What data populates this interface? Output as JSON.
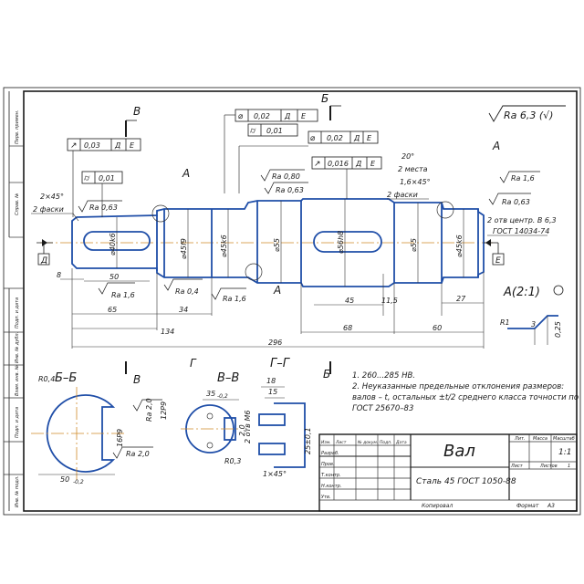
{
  "roughness_general": "Ra 6,3 (√)",
  "section_labels": {
    "b_top": "Б",
    "b_bottom": "Б",
    "v_top": "В",
    "v_bottom": "В",
    "a_left": "А",
    "a_right": "А",
    "a_bottom": "А",
    "g": "Г"
  },
  "tolerances": {
    "t1": {
      "sym": "↗",
      "val": "0,03",
      "base1": "Д",
      "base2": "Е"
    },
    "t2": {
      "sym": "⌭",
      "val": "0,01"
    },
    "t3": {
      "sym": "⌀",
      "val": "0,02",
      "base1": "Д",
      "base2": "Е"
    },
    "t4": {
      "sym": "⌭",
      "val": "0,01"
    },
    "t5": {
      "sym": "⌀",
      "val": "0,02",
      "base1": "Д",
      "base2": "Е"
    },
    "t6": {
      "sym": "↗",
      "val": "0,016",
      "base1": "Д",
      "base2": "Е"
    }
  },
  "roughness": {
    "r1": "Ra 0,63",
    "r2": "Ra 0,80",
    "r3": "Ra 0,63",
    "r4": "Ra 1,6",
    "r5": "Ra 0,63",
    "r6": "Ra 1,6",
    "r7": "Ra 0,4",
    "r8": "Ra 1,6",
    "r9": "Ra 2,0",
    "r10": "Ra 2,0"
  },
  "chamfers": {
    "left": "2×45°",
    "left_note": "2 фаски",
    "right": "1,6×45°",
    "right_note": "2 фаски",
    "right_places": "2 места",
    "angle": "20°"
  },
  "center_holes": {
    "line1": "2 отв центр. В 6,3",
    "line2": "ГОСТ 14034-74"
  },
  "datums": {
    "d": "Д",
    "e": "Е"
  },
  "diameters": {
    "d1": "⌀40k6",
    "d2": "⌀45f9",
    "d3": "⌀45k6",
    "d4": "⌀55",
    "d5": "⌀56h8",
    "d6": "⌀55",
    "d7": "⌀45k6"
  },
  "dims": {
    "d8": "8",
    "d50": "50",
    "d65": "65",
    "d34": "34",
    "d134": "134",
    "d296": "296",
    "d45": "45",
    "d11_5": "11,5",
    "d68": "68",
    "d27": "27",
    "d60": "60"
  },
  "detail_a": {
    "title": "А(2:1)",
    "r": "R1",
    "n3": "3",
    "n025": "0,25"
  },
  "section_bb": {
    "title": "Б–Б",
    "r": "R0,4",
    "w": "16Р9",
    "dia": "50",
    "dia_tol": "-0,2"
  },
  "section_vv": {
    "title": "В–В",
    "top": "35",
    "top_tol": "-0,2",
    "side": "12Р9",
    "w": "2,0",
    "r": "R0,3"
  },
  "section_gg": {
    "title": "Г–Г",
    "d18": "18",
    "d15": "15",
    "thread": "2 отв М6",
    "depth": "25±0,1",
    "ch": "1×45°"
  },
  "notes": {
    "n1": "1. 260...285 НВ.",
    "n2": "2. Неуказанные предельные отклонения размеров:",
    "n3": "валов – t, остальных ±t/2 среднего класса точности по",
    "n4": "ГОСТ 25670–83"
  },
  "title_block": {
    "name": "Вал",
    "material": "Сталь 45 ГОСТ 1050-88",
    "lit": "Лит.",
    "mass": "Масса",
    "scale": "Масштаб",
    "scale_val": "1:1",
    "sheet": "Лист",
    "sheets": "Листов",
    "sheets_val": "1",
    "rows": [
      "Изм.",
      "Лист",
      "№ докум.",
      "Подп.",
      "Дата"
    ],
    "razrab": "Разраб.",
    "prov": "Пров.",
    "tkontr": "Т.контр.",
    "nkontr": "Н.контр.",
    "utv": "Утв.",
    "copied": "Копировал",
    "format": "Формат",
    "format_val": "А3"
  },
  "side_stamp": [
    "Перв. примен.",
    "Справ. №",
    "Подп. и дата",
    "Инв. № дубл.",
    "Взам. инв. №",
    "Подп. и дата",
    "Инв. № подл."
  ]
}
